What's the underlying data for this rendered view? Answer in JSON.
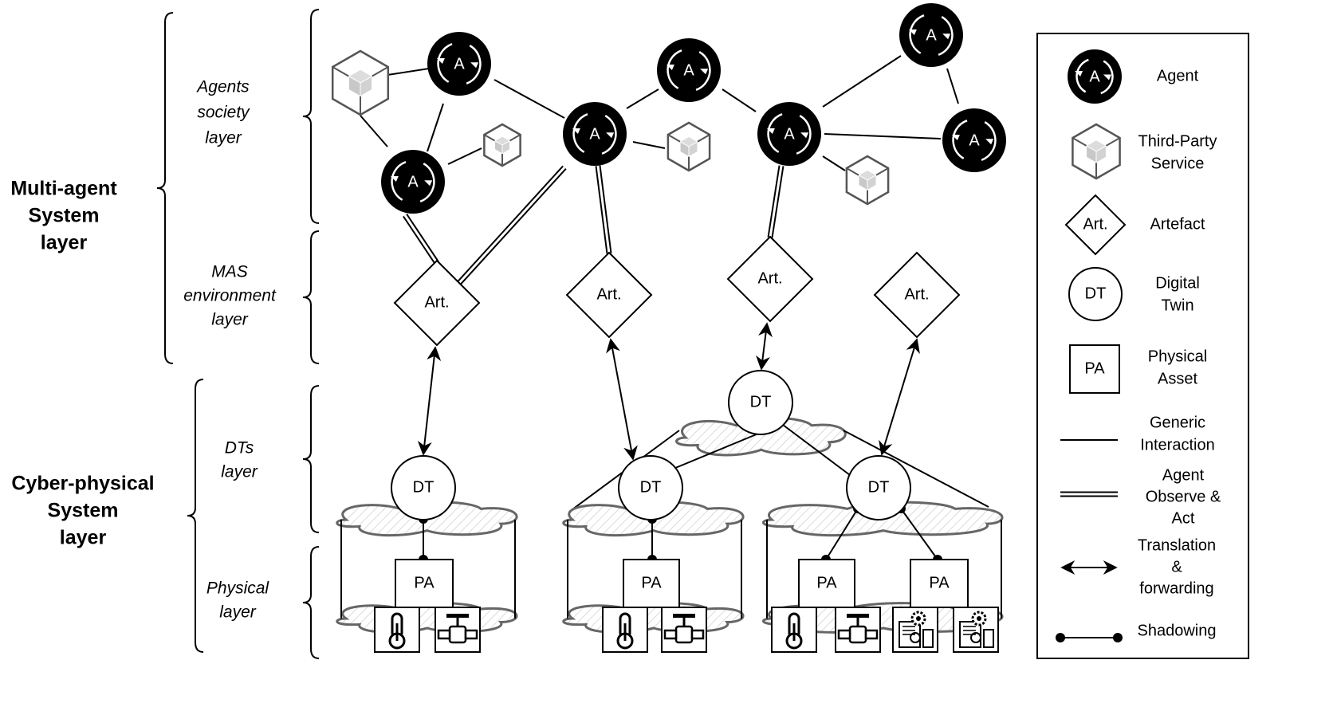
{
  "layers": {
    "mas": [
      "Multi-agent",
      "System",
      "layer"
    ],
    "cps": [
      "Cyber-physical",
      "System",
      "layer"
    ],
    "agents_society": [
      "Agents",
      "society",
      "layer"
    ],
    "mas_environment": [
      "MAS",
      "environment",
      "layer"
    ],
    "dts": [
      "DTs",
      "layer"
    ],
    "physical": [
      "Physical",
      "layer"
    ]
  },
  "nodes": {
    "agent": "A",
    "artefact": "Art.",
    "digital_twin": "DT",
    "physical_asset": "PA"
  },
  "legend": {
    "agent": [
      "Agent"
    ],
    "third_party": [
      "Third-Party",
      "Service"
    ],
    "artefact": [
      "Artefact"
    ],
    "digital_twin": [
      "Digital",
      "Twin"
    ],
    "physical_asset": [
      "Physical",
      "Asset"
    ],
    "generic": [
      "Generic",
      "Interaction"
    ],
    "observe_act": [
      "Agent",
      "Observe &",
      "Act"
    ],
    "translation": [
      "Translation",
      "&",
      "forwarding"
    ],
    "shadowing": [
      "Shadowing"
    ]
  },
  "colors": {
    "agent_fill": "#000000",
    "service_stroke": "#555555",
    "service_inner": "#cccccc",
    "cloud_stroke": "#666666"
  },
  "icons": [
    "thermometer-icon",
    "valve-icon",
    "gear-document-icon"
  ]
}
